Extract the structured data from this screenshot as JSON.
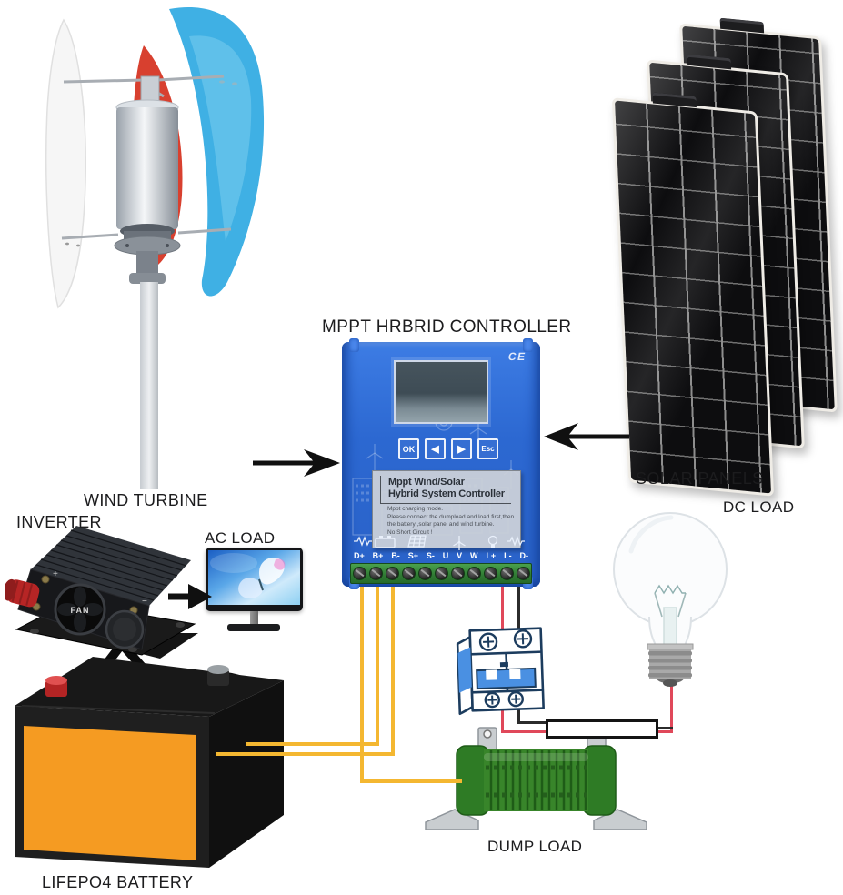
{
  "labels": {
    "controller_title": "MPPT HRBRID CONTROLLER",
    "wind_turbine": "WIND TURBINE",
    "inverter": "INVERTER",
    "ac_load": "AC LOAD",
    "solar_panels": "SOLAR PANELS",
    "dc_load": "DC LOAD",
    "dump_load": "DUMP LOAD",
    "battery": "LIFEPO4  BATTERY"
  },
  "controller": {
    "ce_mark": "CE",
    "buttons": [
      "OK",
      "◀",
      "▶",
      "Esc"
    ],
    "panel_title_line1": "Mppt Wind/Solar",
    "panel_title_line2": "Hybrid System Controller",
    "notes": [
      "Mppt charging mode.",
      "Please connect the dumpload and load first,then",
      "the battery ,solar panel and wind turbine.",
      "No Short Circuit !"
    ],
    "terminals": [
      "D+",
      "B+",
      "B-",
      "S+",
      "S-",
      "U",
      "V",
      "W",
      "L+",
      "L-",
      "D-"
    ]
  },
  "inverter": {
    "fan_label": "FAN",
    "plus_mark": "+",
    "minus_mark": "−"
  },
  "colors": {
    "controller_blue": "#2c68d1",
    "terminal_green": "#2f7a33",
    "wire_battery_yellow": "#f4b731",
    "wire_positive_red": "#e0485a",
    "wire_negative_black": "#2b2b2b",
    "battery_orange": "#f59b22",
    "dump_load_green": "#38852a",
    "solar_panel_black": "#0d0d0f"
  }
}
